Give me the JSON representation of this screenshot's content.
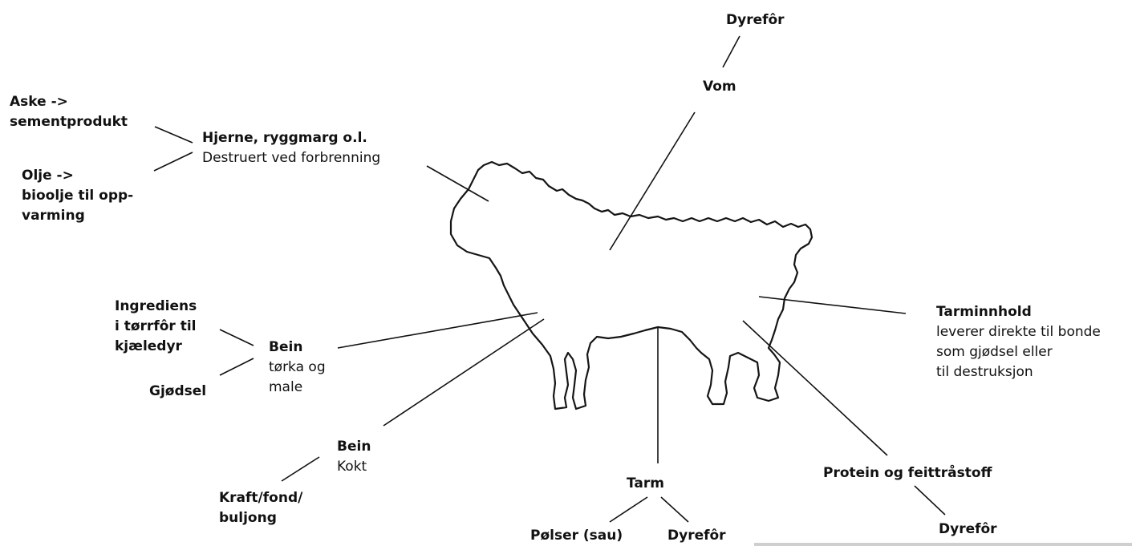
{
  "labels": {
    "top_dyrefor": "Dyrefôr",
    "vom": "Vom",
    "aske_line1": "Aske ->",
    "aske_line2": "sementprodukt",
    "olje_line1": "Olje ->",
    "olje_line2": "bioolje til opp-",
    "olje_line3": "varming",
    "hjerne_title": "Hjerne, ryggmarg o.l.",
    "hjerne_sub": "Destruert ved forbrenning",
    "ingrediens_line1": "Ingrediens",
    "ingrediens_line2": "i tørrfôr til",
    "ingrediens_line3": "kjæledyr",
    "gjodsel": "Gjødsel",
    "bein1_title": "Bein",
    "bein1_line2": "tørka og",
    "bein1_line3": "male",
    "bein2_title": "Bein",
    "bein2_line2": "Kokt",
    "kraft_line1": "Kraft/fond/",
    "kraft_line2": "buljong",
    "tarm": "Tarm",
    "polser": "Pølser (sau)",
    "tarm_dyrefor": "Dyrefôr",
    "tarminnhold_title": "Tarminnhold",
    "tarminnhold_line2": "leverer direkte til bonde",
    "tarminnhold_line3": "som gjødsel eller",
    "tarminnhold_line4": "til destruksjon",
    "protein": "Protein og feittråstoff",
    "protein_dyrefor": "Dyrefôr"
  }
}
